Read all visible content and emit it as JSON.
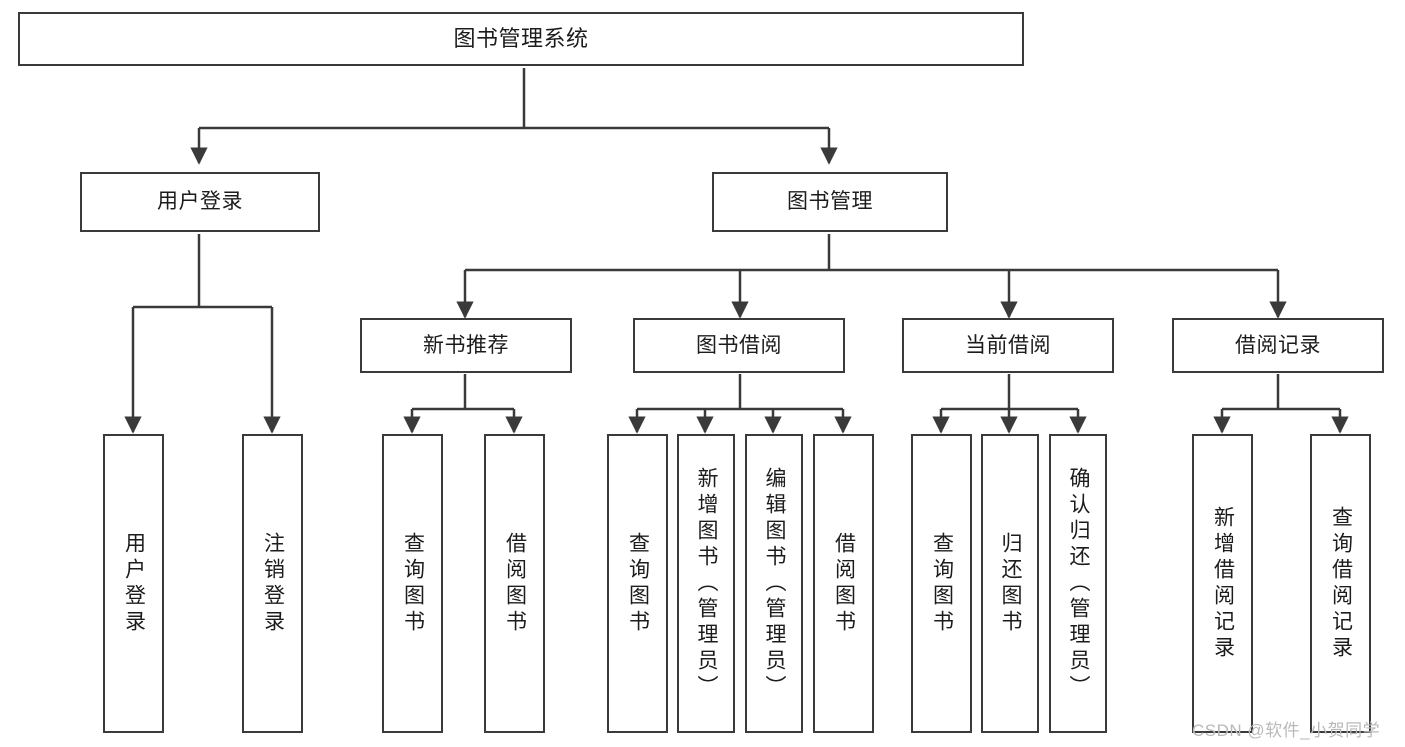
{
  "diagram": {
    "title": "图书管理系统",
    "type": "hierarchy-tree",
    "background_color": "#ffffff",
    "line_color": "#3a3a3a",
    "text_color": "#1c1c1c",
    "nodes": {
      "root": {
        "label": "图书管理系统"
      },
      "level2": [
        {
          "label": "用户登录"
        },
        {
          "label": "图书管理"
        }
      ],
      "level3": [
        {
          "label": "新书推荐"
        },
        {
          "label": "图书借阅"
        },
        {
          "label": "当前借阅"
        },
        {
          "label": "借阅记录"
        }
      ],
      "leaves_user_login": [
        {
          "label": "用户登录"
        },
        {
          "label": "注销登录"
        }
      ],
      "leaves_new_book": [
        {
          "label": "查询图书"
        },
        {
          "label": "借阅图书"
        }
      ],
      "leaves_borrow": [
        {
          "label": "查询图书"
        },
        {
          "label": "新增图书（管理员）"
        },
        {
          "label": "编辑图书（管理员）"
        },
        {
          "label": "借阅图书"
        }
      ],
      "leaves_current": [
        {
          "label": "查询图书"
        },
        {
          "label": "归还图书"
        },
        {
          "label": "确认归还（管理员）"
        }
      ],
      "leaves_records": [
        {
          "label": "新增借阅记录"
        },
        {
          "label": "查询借阅记录"
        }
      ]
    },
    "watermark": "CSDN @软件_小贺同学"
  }
}
